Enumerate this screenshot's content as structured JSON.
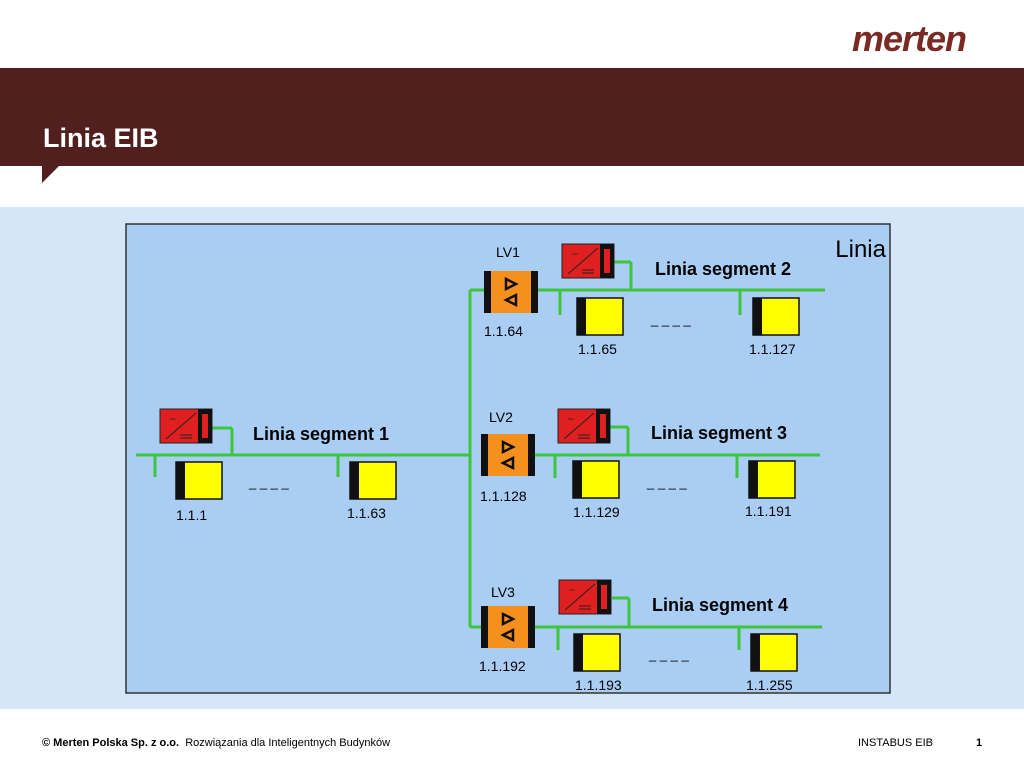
{
  "header": {
    "logo_text": "merten",
    "title": "Linia EIB"
  },
  "diagram": {
    "frame_label": "Linia",
    "segment_1": {
      "label": "Linia segment 1",
      "dash": "_ _ _ _",
      "device_a": "1.1.1",
      "device_b": "1.1.63"
    },
    "couplers": [
      {
        "name": "LV1",
        "address": "1.1.64"
      },
      {
        "name": "LV2",
        "address": "1.1.128"
      },
      {
        "name": "LV3",
        "address": "1.1.192"
      }
    ],
    "branches": [
      {
        "label": "Linia segment 2",
        "dash": "_ _ _ _",
        "device_a": "1.1.65",
        "device_b": "1.1.127"
      },
      {
        "label": "Linia segment 3",
        "dash": "_ _ _ _",
        "device_a": "1.1.129",
        "device_b": "1.1.191"
      },
      {
        "label": "Linia segment 4",
        "dash": "_ _ _ _",
        "device_a": "1.1.193",
        "device_b": "1.1.255"
      }
    ],
    "colors": {
      "bus_line": "#3dc63d",
      "frame_fill": "#a9cdf3",
      "power_supply": "#e02020",
      "coupler": "#f5901e",
      "device": "#ffff00"
    }
  },
  "footer": {
    "company": "© Merten Polska Sp. z o.o.",
    "tagline": "Rozwiązania dla Inteligentnych Budynków",
    "product": "INSTABUS EIB",
    "page_number": "1"
  }
}
